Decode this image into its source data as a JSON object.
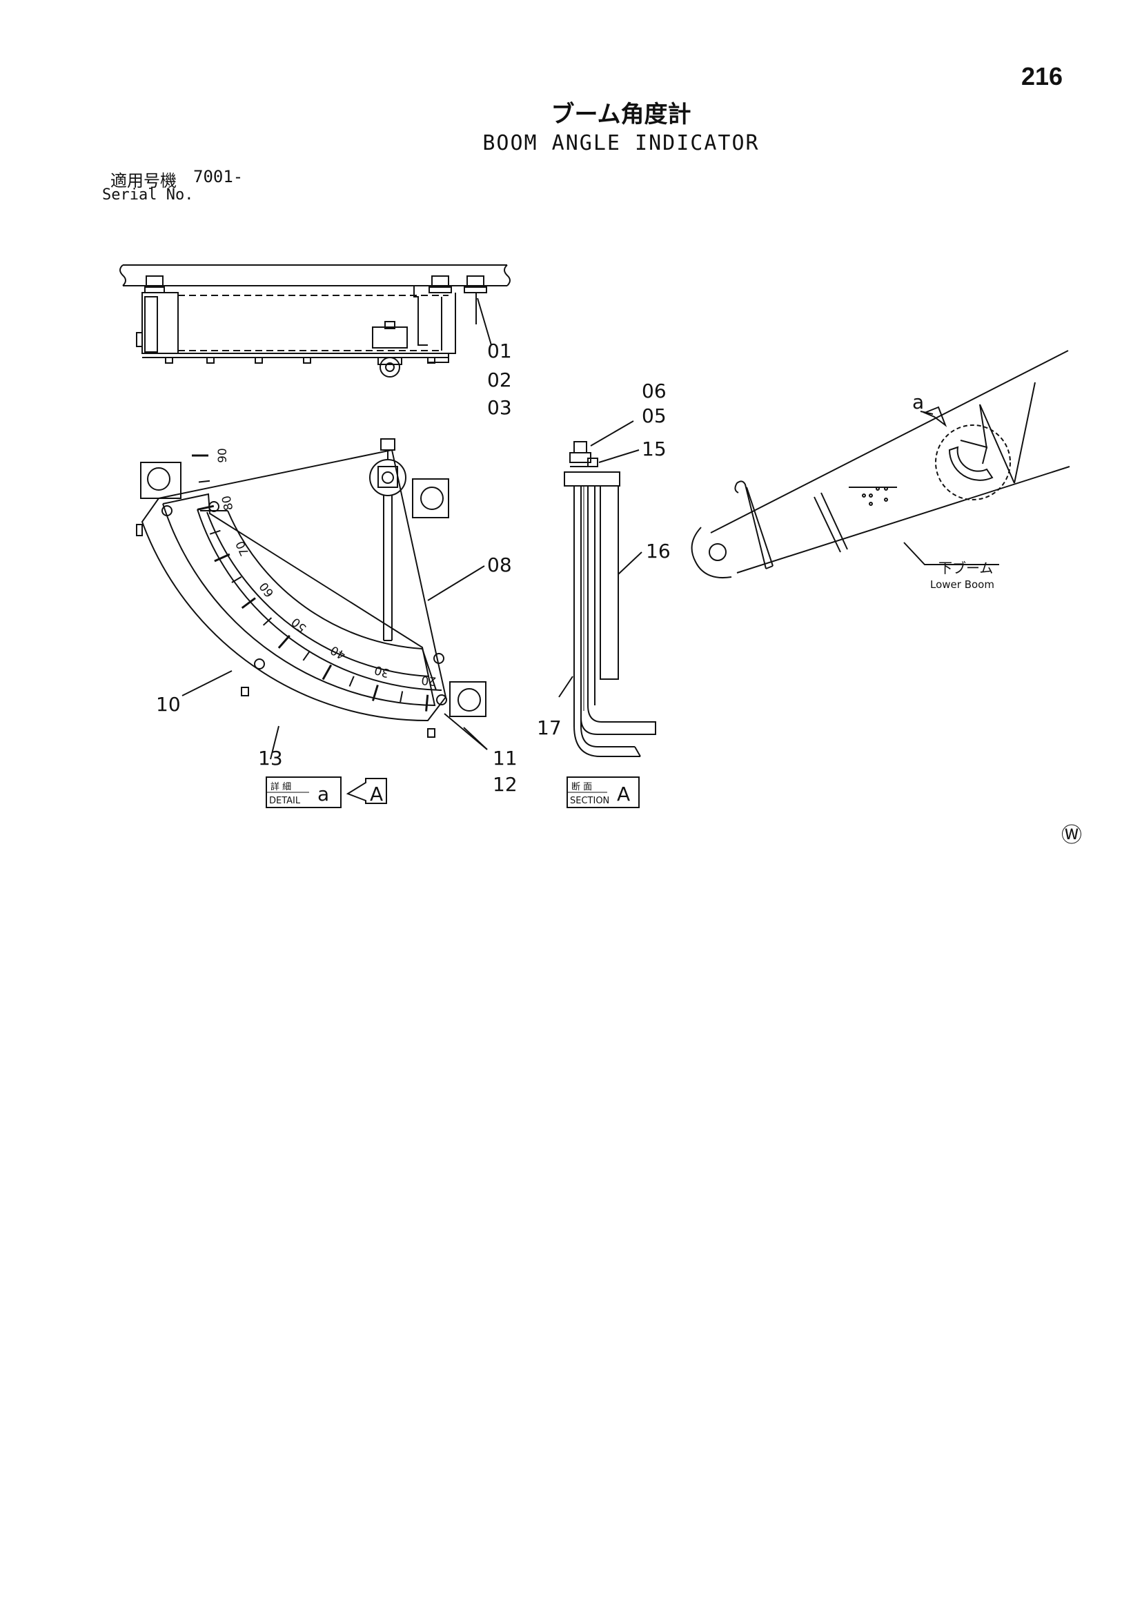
{
  "page": {
    "number": "216"
  },
  "title": {
    "japanese": "ブーム角度計",
    "english": "BOOM ANGLE INDICATOR"
  },
  "serial": {
    "label_jp": "適用号機",
    "label_en": "Serial No.",
    "value": "7001-"
  },
  "callouts": {
    "c01": "01",
    "c02": "02",
    "c03": "03",
    "c05": "05",
    "c06": "06",
    "c08": "08",
    "c10": "10",
    "c11": "11",
    "c12": "12",
    "c13": "13",
    "c15": "15",
    "c16": "16",
    "c17": "17"
  },
  "scale": {
    "labels": [
      "90",
      "80",
      "70",
      "60",
      "50",
      "40",
      "30",
      "20"
    ]
  },
  "detail_box": {
    "jp": "詳 細",
    "en": "DETAIL",
    "letter": "a"
  },
  "view_arrow": {
    "letter": "A"
  },
  "section_box": {
    "jp": "断 面",
    "en": "SECTION",
    "letter": "A"
  },
  "boom": {
    "view_letter": "a",
    "label_jp": "下ブーム",
    "label_en": "Lower Boom"
  },
  "mark": {
    "symbol": "Ⓦ"
  }
}
